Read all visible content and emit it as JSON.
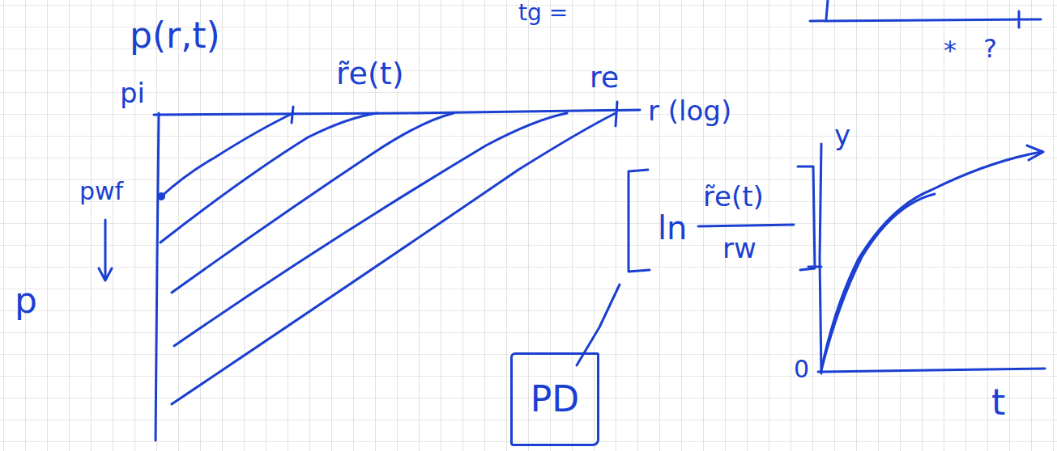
{
  "diagram": {
    "nodes": [
      {
        "text": [
          "PD"
        ]
      }
    ],
    "labels": [
      "p(r,t)",
      "r̃e(t)",
      "re",
      "r (log)",
      "pi",
      "pwf",
      "p",
      "ln",
      "r̃e(t)",
      "rw",
      "y",
      "0",
      "t",
      "tg =",
      "*",
      "?"
    ]
  }
}
